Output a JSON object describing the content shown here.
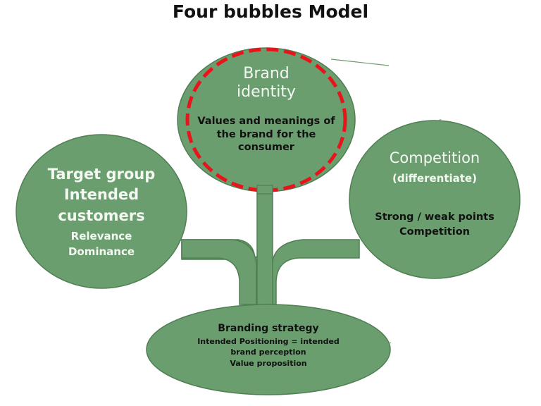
{
  "title": "Four bubbles Model",
  "colors": {
    "bubble_fill": "#6b9e6e",
    "bubble_stroke": "#4f7f53",
    "dashed_highlight": "#e8141c",
    "title_text": "#111111",
    "white_text": "#f4f8f2"
  },
  "bubbles": {
    "brand_identity": {
      "heading_lines": [
        "Brand",
        "identity"
      ],
      "body_lines": [
        "Values and meanings of",
        "the brand for the",
        "consumer"
      ],
      "highlighted": true
    },
    "target_group": {
      "heading_lines": [
        "Target group",
        "Intended",
        "customers"
      ],
      "body_lines": [
        "Relevance",
        "Dominance"
      ]
    },
    "competition": {
      "heading_lines": [
        "Competition"
      ],
      "subheading": "(differentiate)",
      "body_lines": [
        "Strong / weak points",
        "Competition"
      ]
    },
    "branding_strategy": {
      "heading": "Branding strategy",
      "body_lines": [
        "Intended Positioning = intended",
        "brand perception",
        "Value proposition"
      ]
    }
  }
}
